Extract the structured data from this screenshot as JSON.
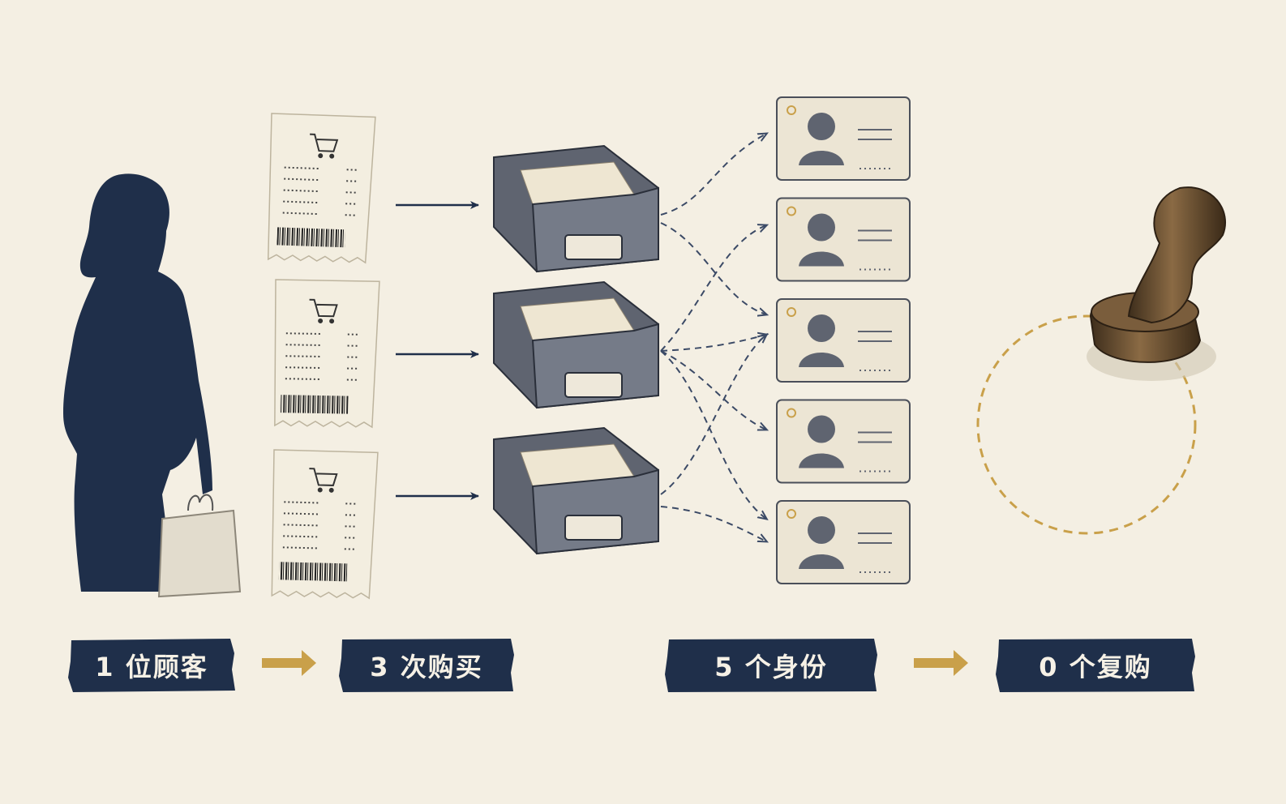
{
  "labels": {
    "customer": "1 位顾客",
    "purchases": "3 次购买",
    "identities": "5 个身份",
    "repurchase": "0 个复购"
  },
  "counts": {
    "customers": 1,
    "receipts": 3,
    "archive_boxes": 3,
    "id_cards": 5,
    "repurchases": 0
  },
  "colors": {
    "navy": "#1f2f4a",
    "paper": "#f4efe3",
    "gold": "#c9a04a",
    "bronze": "#6b5233"
  },
  "icons": [
    "woman-silhouette-icon",
    "shopping-bag-icon",
    "receipt-icon",
    "cart-icon",
    "barcode-icon",
    "archive-box-icon",
    "id-card-icon",
    "person-avatar-icon",
    "stamp-icon",
    "empty-circle-icon"
  ]
}
